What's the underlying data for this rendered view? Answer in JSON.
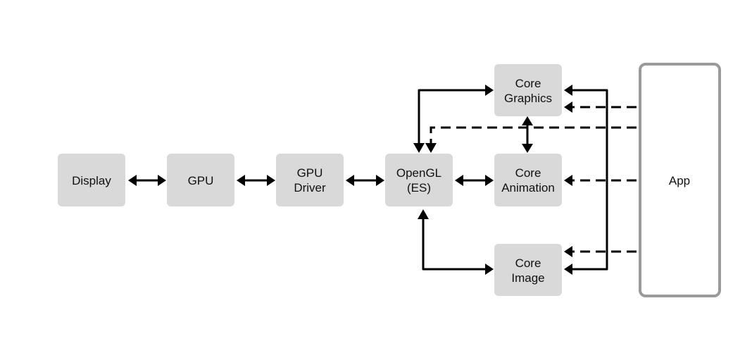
{
  "nodes": {
    "display": {
      "lines": [
        "Display"
      ]
    },
    "gpu": {
      "lines": [
        "GPU"
      ]
    },
    "gpu_driver": {
      "lines": [
        "GPU",
        "Driver"
      ]
    },
    "opengl": {
      "lines": [
        "OpenGL",
        "(ES)"
      ]
    },
    "core_graphics": {
      "lines": [
        "Core",
        "Graphics"
      ]
    },
    "core_animation": {
      "lines": [
        "Core",
        "Animation"
      ]
    },
    "core_image": {
      "lines": [
        "Core",
        "Image"
      ]
    },
    "app": {
      "lines": [
        "App"
      ]
    }
  },
  "colors": {
    "box_fill": "#d9d9d9",
    "app_border": "#9a9a9a",
    "arrow": "#000000"
  }
}
